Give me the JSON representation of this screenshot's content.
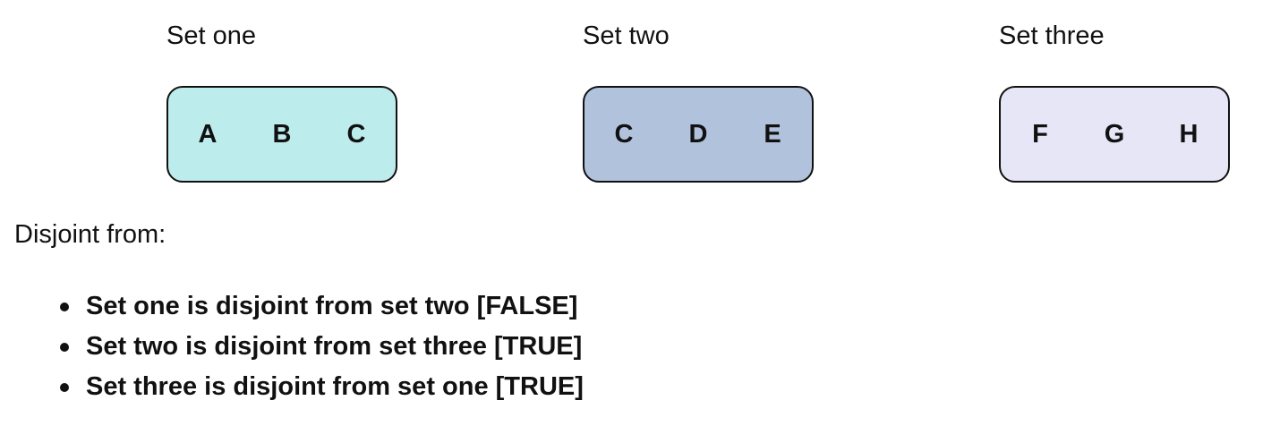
{
  "sets": [
    {
      "title": "Set one",
      "elements": [
        "A",
        "B",
        "C"
      ],
      "color": "#bdeced"
    },
    {
      "title": "Set two",
      "elements": [
        "C",
        "D",
        "E"
      ],
      "color": "#b1c2dc"
    },
    {
      "title": "Set three",
      "elements": [
        "F",
        "G",
        "H"
      ],
      "color": "#e6e6f7"
    }
  ],
  "disjoint": {
    "heading": "Disjoint from:",
    "statements": [
      "Set one is disjoint from set two [FALSE]",
      "Set two is disjoint from set three [TRUE]",
      "Set three is disjoint from set one [TRUE]"
    ]
  }
}
